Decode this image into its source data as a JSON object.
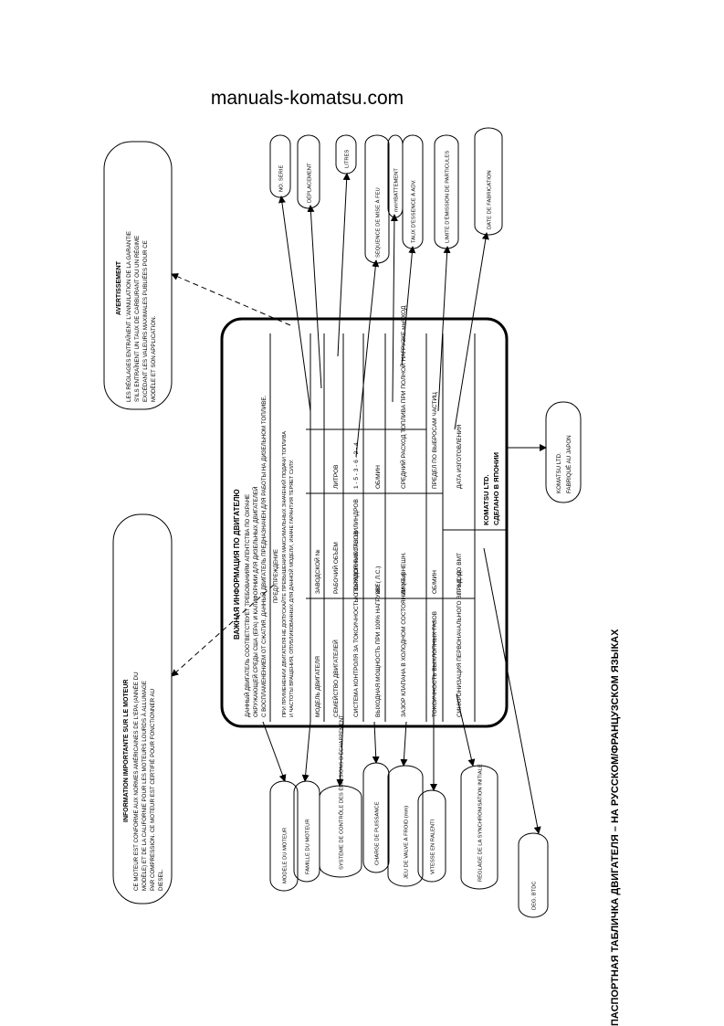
{
  "site_title": "manuals-komatsu.com",
  "footer_caption": "ПАСПОРТНАЯ ТАБЛИЧКА ДВИГАТЕЛЯ – НА РУССКОМ/ФРАНЦУЗСКОМ ЯЗЫКАХ",
  "plate": {
    "title": "ВАЖНАЯ ИНФОРМАЦИЯ ПО ДВИГАТЕЛЮ",
    "intro": [
      "ДАННЫЙ ДВИГАТЕЛЬ СООТВЕТСТВУЕТ ТРЕБОВАНИЯМ АГЕНТСТВА ПО ОХРАНЕ",
      "ОКРУЖАЮЩЕЙ СРЕДЫ США (EPA) И КАЛИФОРНИИ ДЛЯ ДИЗЕЛЬНЫХ ДВИГАТЕЛЕЙ",
      "С ВОСПЛАМЕНЕНИЕМ ОТ СЖАТИЯ. ДАННЫЙ ДВИГАТЕЛЬ ПРЕДНАЗНАЧЕН ДЛЯ РАБОТЫ НА ДИЗЕЛЬНОМ ТОПЛИВЕ."
    ],
    "warning_head": "ПРЕДУПРЕЖДЕНИЕ",
    "warning": [
      "ПРИ ПРИМЕНЕНИИ ДВИГАТЕЛЯ НЕ ДОПУСКАЙТЕ ПРЕВЫШЕНИЯ МАКСИМАЛЬНЫХ ЗНАЧЕНИЙ ПОДАЧИ ТОПЛИВА",
      "И ЧАСТОТЫ ВРАЩЕНИЯ, ОПУБЛИКОВАННЫХ ДЛЯ ДАННОЙ МОДЕЛИ, ИНАЧЕ ГАРАНТИЯ ТЕРЯЕТ СИЛУ."
    ],
    "rows": [
      {
        "label": "МОДЕЛЬ ДВИГАТЕЛЯ",
        "c2": "ЗАВОДСКОЙ №",
        "c3": ""
      },
      {
        "label": "СЕМЕЙСТВО ДВИГАТЕЛЕЙ",
        "c2": "РАБОЧИЙ ОБЪЁМ",
        "c3": "ЛИТРОВ"
      },
      {
        "label": "СИСТЕМА КОНТРОЛЯ ЗА ТОКСИЧНОСТЬЮ ВЫХЛОПНЫХ ГАЗОВ",
        "c2": "ПОРЯДОК РАБОТЫ ЦИЛИНДРОВ",
        "c3": "1 - 5 - 3 - 6 - 2 - 4"
      },
      {
        "label": "ВЫХОДНАЯ МОЩНОСТЬ ПРИ 100% НАГРУЗКЕ",
        "c2": "кВт (   Л.С.)",
        "c3": "ОБ/МИН"
      },
      {
        "label": "ЗАЗОР КЛАПАНА В ХОЛОДНОМ СОСТОЯНИИ (мм)",
        "c2": "ВНУТ.  ВНЕШН.",
        "c3": "СРЕДНИЙ РАСХОД ТОПЛИВА ПРИ ПОЛНОЙ НАГРУЗКЕ   мм³/ХОД"
      },
      {
        "label": "ТОКСИЧНОСТЬ ВЫХЛОПНЫХ ГАЗОВ",
        "c2": "ОБ/МИН",
        "c3": "ПРЕДЕЛ ПО ВЫБРОСАМ   ЧАСТИЦ"
      },
      {
        "label": "СИНХРОНИЗАЦИЯ ПЕРВОНАЧАЛЬНОГО ВПРЫСКА",
        "c2": "ГРАД. ДО ВМТ",
        "c3": "ДАТА ИЗГОТОВЛЕНИЯ"
      }
    ],
    "maker": "KOMATSU LTD.",
    "made_in": "СДЕЛАНО В ЯПОНИИ"
  },
  "callouts": {
    "info_box_title": "INFORMATION IMPORTANTE SUR LE MOTEUR",
    "info_box_text": [
      "CE MOTEUR EST CONFORME AUX NORMES AMÉRICAINES DE L'EPA (ANNÉE DU",
      "MODÈLE) ET DE LA CALIFORNIE POUR LES MOTEURS LOURDS À ALLUMAGE",
      "PAR COMPRESSION. CE MOTEUR EST CERTIFIÉ POUR FONCTIONNER AU",
      "DIESEL."
    ],
    "warn_box_title": "AVERTISSEMENT",
    "warn_box_text": [
      "LES RÉGLAGES ENTRAÎNENT L'ANNULATION DE LA GARANTIE",
      "S'ILS ENTRAÎNENT UN TAUX DE CARBURANT OU UN RÉGIME",
      "EXCÉDANT LES VALEURS MAXIMALES PUBLIÉES POUR CE",
      "MODÈLE ET SON APPLICATION."
    ],
    "top": [
      "NO. SÉRIE",
      "DÉPLACEMENT",
      "LITRES",
      "SÉQUENCE DE MISE À FEU",
      "mm³/BATTEMENT",
      "TAUX D'ESSENCE À ADV.",
      "LIMITE D'ÉMISSION DE PARTICULES",
      "DATE DE FABRICATION"
    ],
    "bottom": [
      "MODÈLE DU MOTEUR",
      "FAMILLE DU MOTEUR",
      "SYSTÈME DE CONTRÔLE DES ÉMISSIONS D'ÉCHAPPEMENT",
      "CHARGE DE PUISSANCE",
      "JEU DE VALVE À FROID (mm)",
      "VITESSE EN RALENTI",
      "RÉGLAGE DE LA SYNCHRONISATION INITIALE",
      "DEG. BTDC"
    ],
    "right": [
      "KOMATSU LTD.",
      "FABRIQUÉ AU JAPON"
    ]
  }
}
